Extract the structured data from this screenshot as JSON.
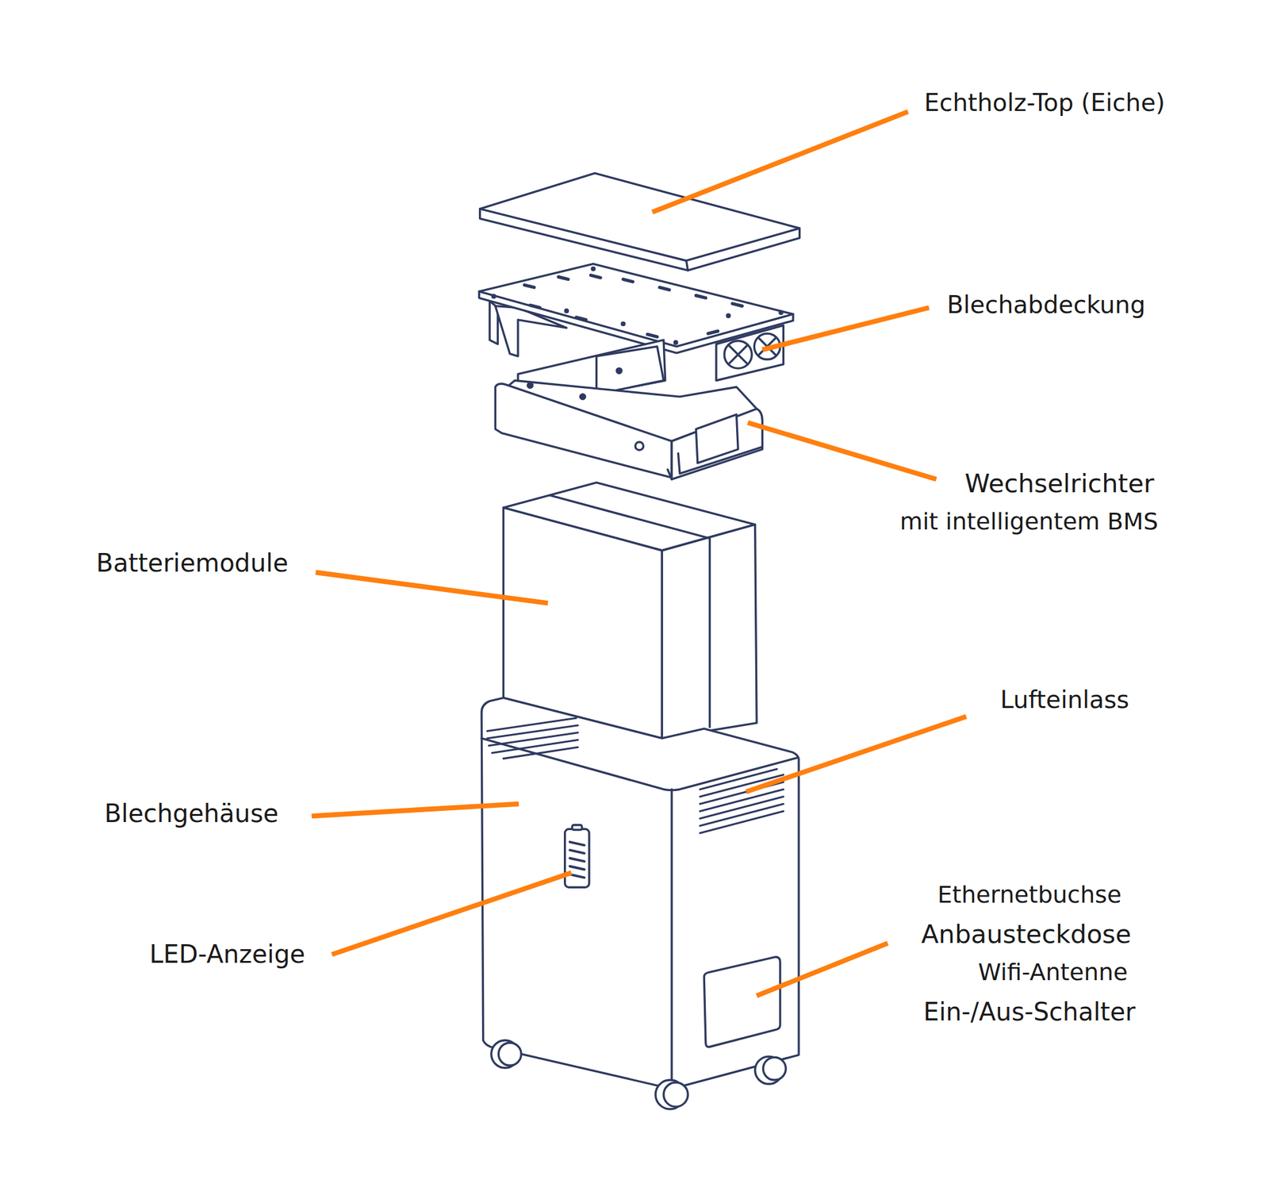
{
  "diagram": {
    "labels": [
      "Echtholz-Top (Eiche)",
      "Blechabdeckung",
      "Wechselrichter",
      "mit intelligentem BMS",
      "Batteriemodule",
      "Lufteinlass",
      "Blechgehäuse",
      "LED-Anzeige",
      "Ethernetbuchse",
      "Anbausteckdose",
      "Wifi-Antenne",
      "Ein-/Aus-Schalter"
    ]
  }
}
